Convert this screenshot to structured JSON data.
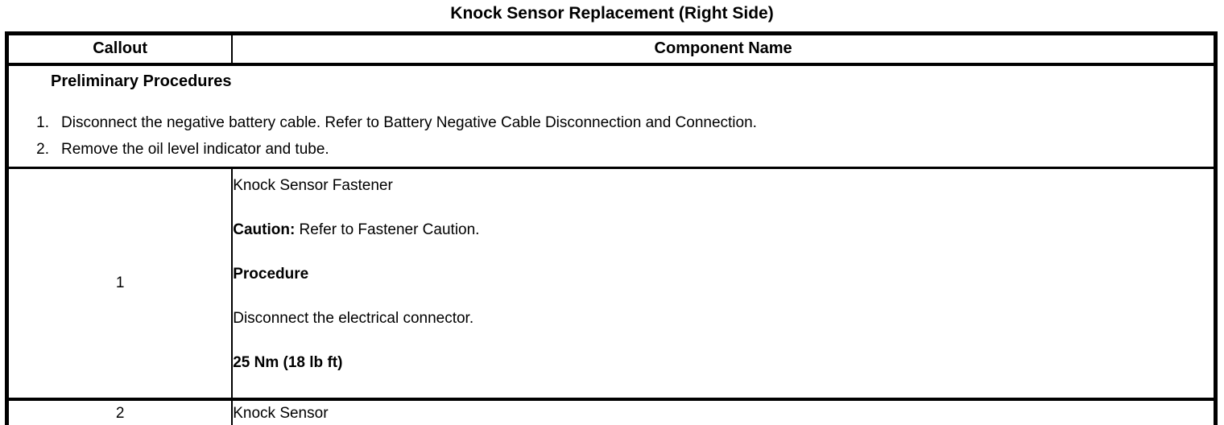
{
  "title": "Knock Sensor Replacement (Right Side)",
  "table": {
    "headers": {
      "callout": "Callout",
      "component": "Component Name"
    },
    "preliminary": {
      "heading": "Preliminary Procedures",
      "steps": [
        {
          "num": "1.",
          "text": "Disconnect the negative battery cable. Refer to Battery Negative Cable Disconnection and Connection."
        },
        {
          "num": "2.",
          "text": "Remove the oil level indicator and tube."
        }
      ]
    },
    "rows": [
      {
        "callout": "1",
        "lines": [
          {
            "bold": "",
            "text": "Knock Sensor Fastener"
          },
          {
            "bold": "Caution:",
            "text": " Refer to Fastener Caution."
          },
          {
            "bold": "Procedure",
            "text": ""
          },
          {
            "bold": "",
            "text": "Disconnect the electrical connector."
          },
          {
            "bold": "25 Nm (18 lb ft)",
            "text": ""
          }
        ]
      },
      {
        "callout": "2",
        "lines": [
          {
            "bold": "",
            "text": "Knock Sensor"
          }
        ]
      }
    ]
  },
  "colors": {
    "background": "#ffffff",
    "text": "#000000",
    "border": "#000000"
  }
}
